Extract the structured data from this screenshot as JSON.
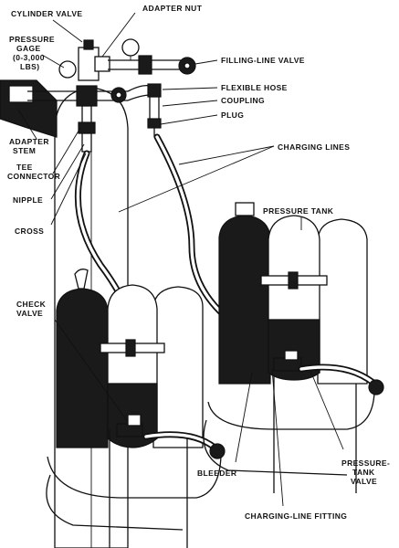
{
  "diagram": {
    "labels": {
      "cylinder_valve": "CYLINDER VALVE",
      "adapter_nut": "ADAPTER NUT",
      "pressure_gage_1": "PRESSURE",
      "pressure_gage_2": "GAGE",
      "pressure_gage_3": "(0-3,000",
      "pressure_gage_4": "LBS)",
      "filling_line_valve": "FILLING-LINE VALVE",
      "flexible_hose": "FLEXIBLE HOSE",
      "coupling": "COUPLING",
      "plug": "PLUG",
      "adapter_stem_1": "ADAPTER",
      "adapter_stem_2": "STEM",
      "charging_lines": "CHARGING LINES",
      "tee_connector_1": "TEE",
      "tee_connector_2": "CONNECTOR",
      "nipple": "NIPPLE",
      "cross": "CROSS",
      "pressure_tank": "PRESSURE TANK",
      "check_valve_1": "CHECK",
      "check_valve_2": "VALVE",
      "bleeder": "BLEEDER",
      "pressure_tank_valve_1": "PRESSURE-",
      "pressure_tank_valve_2": "TANK",
      "pressure_tank_valve_3": "VALVE",
      "charging_line_fitting": "CHARGING-LINE FITTING"
    }
  }
}
